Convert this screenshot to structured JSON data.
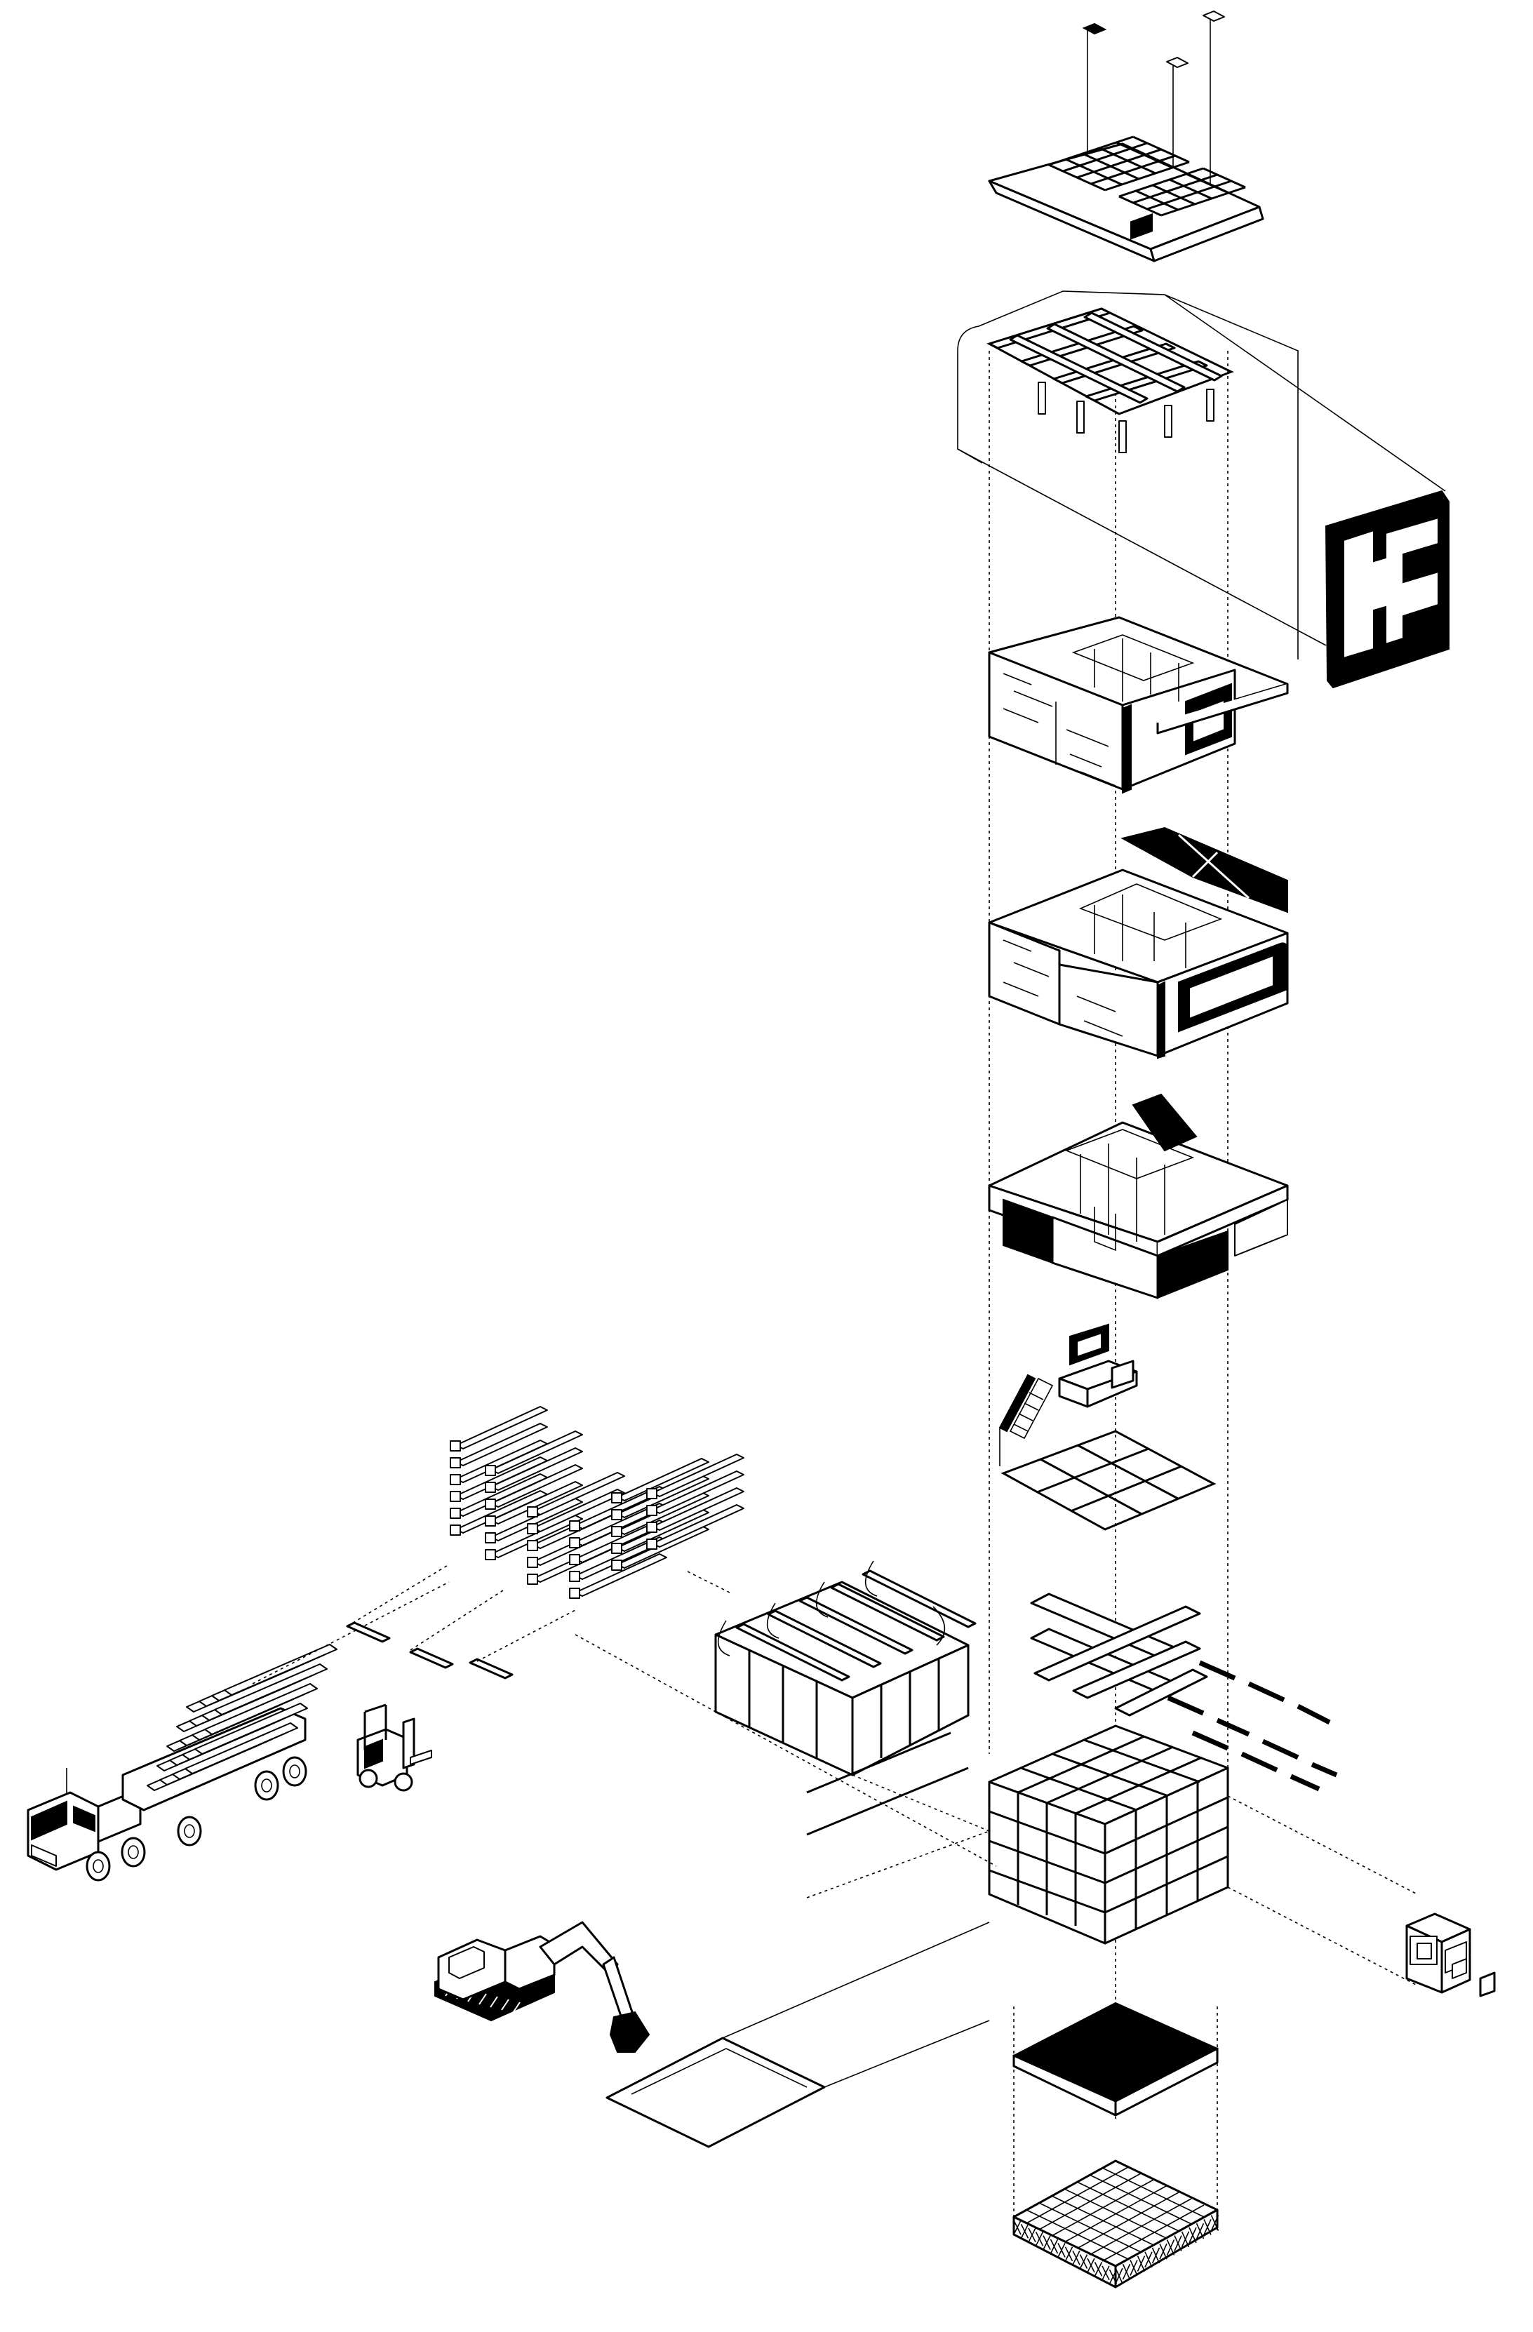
{
  "diagram": {
    "style": "isometric exploded axonometric line drawing",
    "colors": {
      "ink": "#000000",
      "paper": "#ffffff"
    },
    "components": [
      {
        "id": "roof-solar-panels"
      },
      {
        "id": "roof-beam-frame"
      },
      {
        "id": "wall-panel-detail"
      },
      {
        "id": "upper-floor-module"
      },
      {
        "id": "middle-floor-module"
      },
      {
        "id": "lower-floor-module"
      },
      {
        "id": "stair-and-kitchen-floor-grid"
      },
      {
        "id": "cross-joist-layer"
      },
      {
        "id": "structural-frame-tower"
      },
      {
        "id": "concrete-slab"
      },
      {
        "id": "foundation-grid"
      },
      {
        "id": "excavation-pit"
      },
      {
        "id": "excavator"
      },
      {
        "id": "flatbed-truck-with-timber"
      },
      {
        "id": "forklift"
      },
      {
        "id": "stacked-timber-beams"
      },
      {
        "id": "assembled-timber-truss-frame"
      },
      {
        "id": "prefab-box-module"
      }
    ]
  }
}
